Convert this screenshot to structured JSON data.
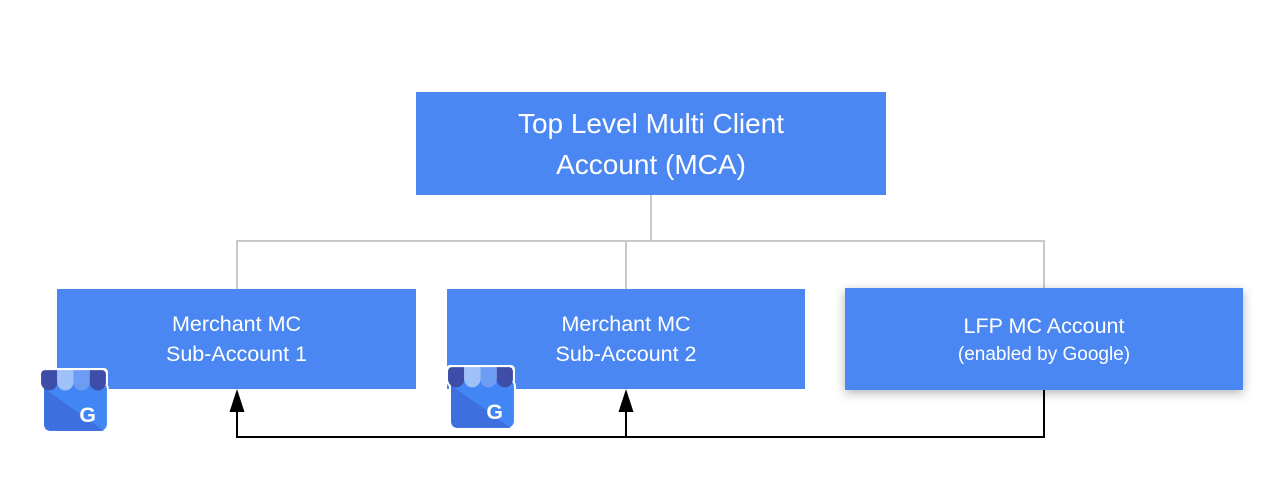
{
  "diagram": {
    "root": {
      "line1": "Top Level Multi Client",
      "line2": "Account (MCA)"
    },
    "children": [
      {
        "line1": "Merchant MC",
        "line2": "Sub-Account 1"
      },
      {
        "line1": "Merchant MC",
        "line2": "Sub-Account 2"
      },
      {
        "line1": "LFP MC Account",
        "line2": "(enabled by Google)"
      }
    ],
    "icons": {
      "business_profile_g": "G"
    },
    "colors": {
      "box_blue": "#4b87f2",
      "icon_body_blue": "#4285F4",
      "icon_fold_blue": "#3d70de",
      "awning_dark_indigo": "#3e4ea8",
      "awning_light_blue": "#9fc1f9",
      "awning_medium_blue": "#6d9df3",
      "connector_gray": "#c9c9c9",
      "arrow_black": "#000000",
      "text_white": "#ffffff"
    },
    "edges": [
      {
        "from": "top-mca",
        "to": "merchant-sub-1",
        "style": "tree-line"
      },
      {
        "from": "top-mca",
        "to": "merchant-sub-2",
        "style": "tree-line"
      },
      {
        "from": "top-mca",
        "to": "lfp-account",
        "style": "tree-line"
      },
      {
        "from": "lfp-account",
        "to": "merchant-sub-1",
        "style": "arrow"
      },
      {
        "from": "lfp-account",
        "to": "merchant-sub-2",
        "style": "arrow"
      }
    ]
  }
}
